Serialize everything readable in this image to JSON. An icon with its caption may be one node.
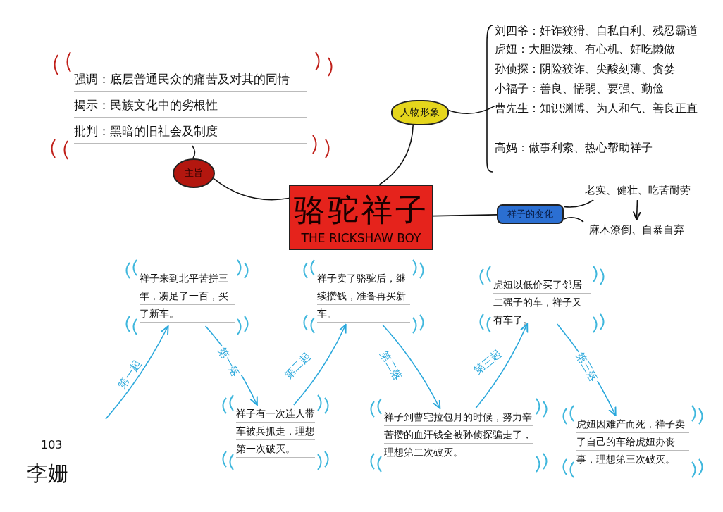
{
  "diagram": {
    "nodes": [
      {
        "text": [
          "骆驼祥子",
          "THE RICKSHAW BOY"
        ]
      },
      {
        "text": [
          "主旨"
        ]
      },
      {
        "text": [
          "强调：底层普通民众的痛苦及对其的同情",
          "揭示：民族文化中的劣根性",
          "批判：黑暗的旧社会及制度"
        ]
      },
      {
        "text": [
          "人物形象"
        ]
      },
      {
        "text": [
          "刘四爷：奸诈狡猾、自私自利、残忍霸道",
          "虎妞：大胆泼辣、有心机、好吃懒做",
          "孙侦探：阴险狡诈、尖酸刻薄、贪婪",
          "小福子：善良、懦弱、要强、勤俭",
          "曹先生：知识渊博、为人和气、善良正直",
          "高妈：做事利索、热心帮助祥子"
        ]
      },
      {
        "text": [
          "祥子的变化"
        ]
      },
      {
        "text": [
          "老实、健壮、吃苦耐劳"
        ]
      },
      {
        "text": [
          "麻木潦倒、自暴自弃"
        ]
      },
      {
        "text": [
          "祥子来到北平苦拼三年，凑足了一百，买了新车。"
        ]
      },
      {
        "text": [
          "祥子卖了骆驼后，继续攒钱，准备再买新车。"
        ]
      },
      {
        "text": [
          "虎妞以低价买了邻居二强子的车，祥子又有车了。"
        ]
      },
      {
        "text": [
          "祥子有一次连人带车被兵抓走，理想第一次破灭。"
        ]
      },
      {
        "text": [
          "祥子到曹宅拉包月的时候，努力辛苦攒的血汗钱全被孙侦探骗走了，理想第二次破灭。"
        ]
      },
      {
        "text": [
          "虎妞因难产而死，祥子卖了自己的车给虎妞办丧事，理想第三次破灭。"
        ]
      }
    ],
    "edges": [
      {
        "from": 0,
        "to": 1,
        "arrow": "none"
      },
      {
        "from": 1,
        "to": 2,
        "arrow": "none"
      },
      {
        "from": 0,
        "to": 3,
        "arrow": "none"
      },
      {
        "from": 3,
        "to": 4,
        "arrow": "none"
      },
      {
        "from": 0,
        "to": 5,
        "arrow": "none"
      },
      {
        "from": 5,
        "to": 6,
        "arrow": "none"
      },
      {
        "from": 5,
        "to": 7,
        "arrow": "none"
      },
      {
        "from": 6,
        "to": 7,
        "arrow": "to"
      },
      {
        "from": null,
        "to": 8,
        "arrow": "to",
        "label": "第一起",
        "color": "#2aa8dc"
      },
      {
        "from": 8,
        "to": 11,
        "arrow": "to",
        "label": "第一落",
        "color": "#2aa8dc"
      },
      {
        "from": 11,
        "to": 9,
        "arrow": "to",
        "label": "第二起",
        "color": "#2aa8dc"
      },
      {
        "from": 9,
        "to": 12,
        "arrow": "to",
        "label": "第二落",
        "color": "#2aa8dc"
      },
      {
        "from": 12,
        "to": 10,
        "arrow": "to",
        "label": "第三起",
        "color": "#2aa8dc"
      },
      {
        "from": 10,
        "to": 13,
        "arrow": "to",
        "label": "第三落",
        "color": "#2aa8dc"
      }
    ],
    "labels": [
      "103",
      "李姗"
    ]
  }
}
